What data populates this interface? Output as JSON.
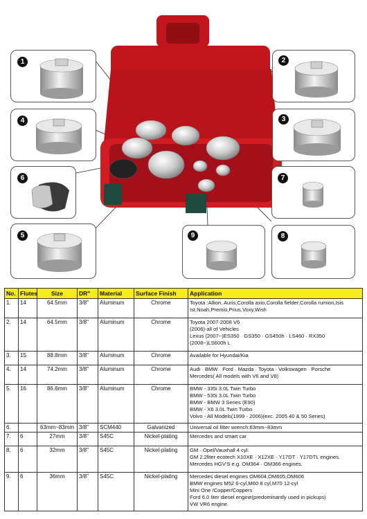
{
  "callouts": [
    "1",
    "2",
    "3",
    "4",
    "5",
    "6",
    "7",
    "8",
    "9"
  ],
  "table": {
    "headers": [
      "No.",
      "Flutes",
      "Size",
      "DR\"",
      "Material",
      "Surface Finish",
      "Application"
    ],
    "rows": [
      {
        "no": "1.",
        "flutes": "14",
        "size": "64.5mm",
        "dr": "3/8\"",
        "material": "Aluminum",
        "finish": "Chrome",
        "app": "Toyota :Allion, Auris,Corolla axio,Corolla fielder,Corolla rumion,Isis\n        Ist,Noah,Premio,Prius,Voxy,Wish"
      },
      {
        "no": "2.",
        "flutes": "14",
        "size": "64.5mm",
        "dr": "3/8\"",
        "material": "Aluminum",
        "finish": "Chrome",
        "app": "Toyota  2007-2008 V6\n                    (2006)-all of Vehicles\nLexus   (2007~)ES350 · GS350 · GS450h · LS460 · RX350\n                    (2008~)LS600h L"
      },
      {
        "no": "3.",
        "flutes": "15",
        "size": "88.8mm",
        "dr": "3/8\"",
        "material": "Aluminum",
        "finish": "Chrome",
        "app": "Available for Hyundai/Kia"
      },
      {
        "no": "4.",
        "flutes": "14",
        "size": "74.2mm",
        "dr": "3/8\"",
        "material": "Aluminum",
        "finish": "Chrome",
        "app": "Audi · BMW · Ford · Mazda · Toyota · Volkswagen · Porsche\nMercedes( All models with V6 and V8)"
      },
      {
        "no": "5.",
        "flutes": "16",
        "size": "86.6mm",
        "dr": "3/8\"",
        "material": "Aluminum",
        "finish": "Chrome",
        "app": "BMW - 335i 3.0L Twin Turbo\nBMW - 535i 3.0L Twin Turbo\nBMW - BMW 3 Series (E90)\nBMW - X6 3.0L Twin Turbo\nVolvo - All Models(1999 - 2006)(exc. 2005 40 & 50 Series)"
      },
      {
        "no": "6.",
        "flutes": "",
        "size": "63mm~83mm",
        "dr": "3/8\"",
        "material": "SCM440",
        "finish": "Galvanized",
        "app": "Universal oil filter wrench:63mm~83mm"
      },
      {
        "no": "7.",
        "flutes": "6",
        "size": "27mm",
        "dr": "3/8\"",
        "material": "S45C",
        "finish": "Nickel-plating",
        "app": "Mercedes and smart car"
      },
      {
        "no": "8.",
        "flutes": "6",
        "size": "32mm",
        "dr": "3/8\"",
        "material": "S45C",
        "finish": "Nickel-plating",
        "app": "GM · Opel/Vauxhall 4 cyl.\nGM 2.2liter ecotech X10XE · X12XE · Y17DT · Y17DTL engines.\nMercedes HGV'S e.g. OM364 · OM366 engines."
      },
      {
        "no": "9.",
        "flutes": "6",
        "size": "36mm",
        "dr": "3/8\"",
        "material": "S45C",
        "finish": "Nickel-plating",
        "app": "Mercedes diesel engines OM604,OM605,OM606\nBMW engines M52 6-cyl,M60 8 cyl,M70 12-cyl\nMini One /Copper/Coppers\nFord 6.0 liter diesel engine(predominantly used in pickups)\nVW VR6 engine."
      }
    ]
  }
}
